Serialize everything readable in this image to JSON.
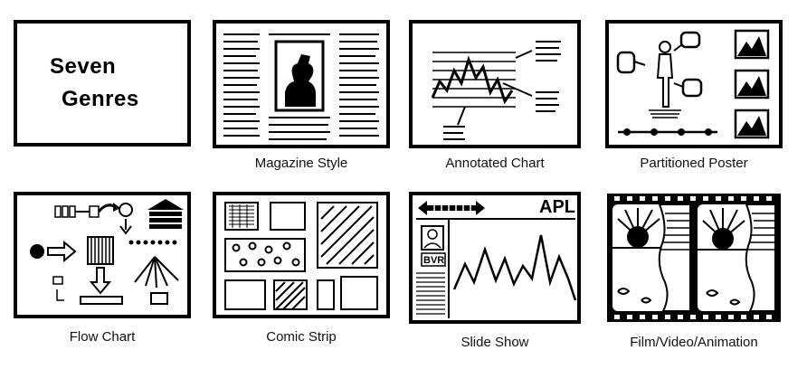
{
  "title_lines": [
    "Seven",
    "Genres"
  ],
  "captions": {
    "magazine": "Magazine Style",
    "annotated": "Annotated Chart",
    "poster": "Partitioned Poster",
    "flow": "Flow Chart",
    "comic": "Comic Strip",
    "slides": "Slide Show",
    "film": "Film/Video/Animation"
  },
  "slide_labels": {
    "top_right": "APL",
    "side": "BVR"
  }
}
